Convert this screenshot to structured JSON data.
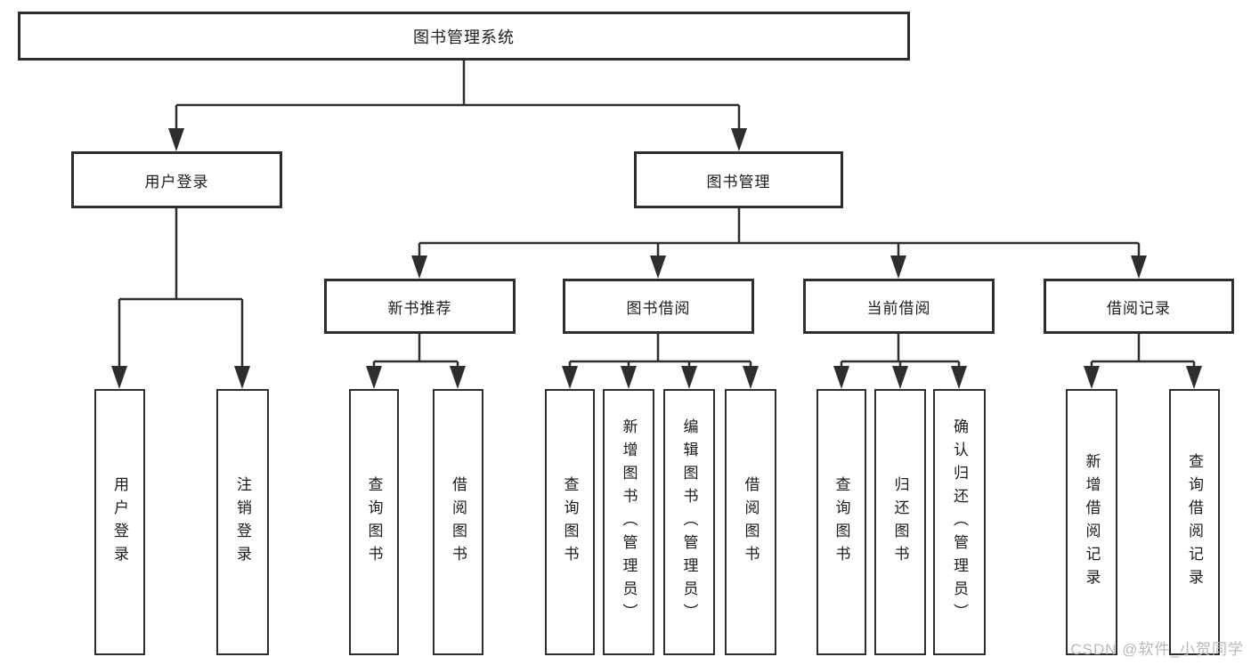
{
  "colors": {
    "line": "#2e2e2e",
    "text": "#1c1c1c",
    "watermark": "#b9b9b9",
    "background": "#ffffff"
  },
  "watermark": {
    "text": "CSDN @软件_小贺同学"
  },
  "tree": {
    "root": {
      "label": "图书管理系统"
    },
    "branches": [
      {
        "label": "用户登录",
        "children": [
          {
            "label": "用户登录"
          },
          {
            "label": "注销登录"
          }
        ]
      },
      {
        "label": "图书管理",
        "children": [
          {
            "label": "新书推荐",
            "children": [
              {
                "label": "查询图书"
              },
              {
                "label": "借阅图书"
              }
            ]
          },
          {
            "label": "图书借阅",
            "children": [
              {
                "label": "查询图书"
              },
              {
                "label": "新增图书（管理员）"
              },
              {
                "label": "编辑图书（管理员）"
              },
              {
                "label": "借阅图书"
              }
            ]
          },
          {
            "label": "当前借阅",
            "children": [
              {
                "label": "查询图书"
              },
              {
                "label": "归还图书"
              },
              {
                "label": "确认归还（管理员）"
              }
            ]
          },
          {
            "label": "借阅记录",
            "children": [
              {
                "label": "新增借阅记录"
              },
              {
                "label": "查询借阅记录"
              }
            ]
          }
        ]
      }
    ]
  }
}
